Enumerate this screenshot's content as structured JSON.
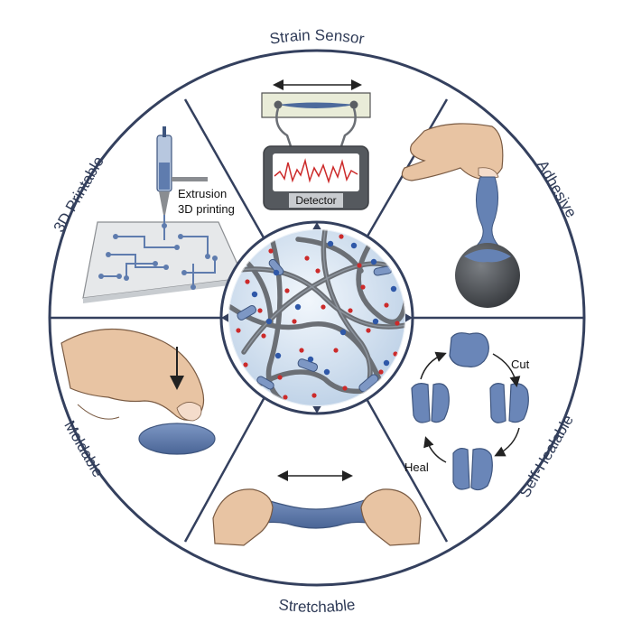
{
  "segments": {
    "strain_sensor": "Strain Sensor",
    "adhesive": "Adhesive",
    "self_healable": "Self-Healable",
    "stretchable": "Stretchable",
    "moldable": "Moldable",
    "printable_3d": "3D Printable"
  },
  "annotations": {
    "detector": "Detector",
    "extrusion_line1": "Extrusion",
    "extrusion_line2": "3D printing",
    "cut": "Cut",
    "heal": "Heal"
  },
  "colors": {
    "ring": "#34405e",
    "gel_blue": "#5f7cae",
    "gel_light": "#cdddef",
    "fiber": "#6b6f75",
    "dot_red": "#cc2a2a",
    "skin": "#e8c4a3"
  }
}
